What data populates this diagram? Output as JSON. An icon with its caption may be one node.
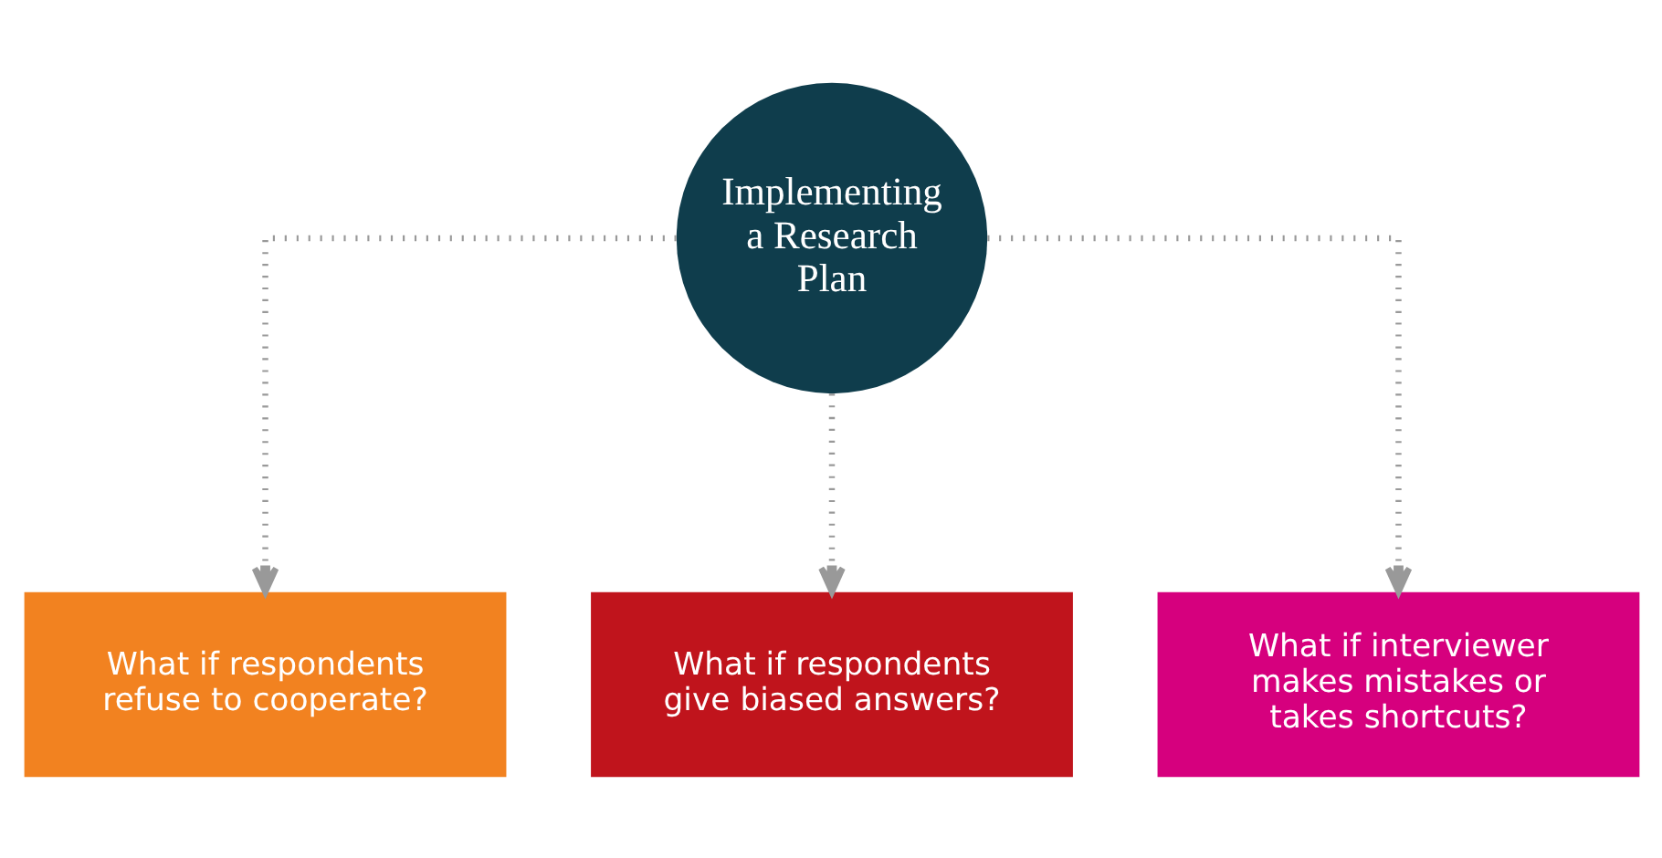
{
  "diagram": {
    "nodes": [
      {
        "text": [
          "Implementing a Research Plan"
        ]
      },
      {
        "text": [
          "What if respondents refuse to cooperate?"
        ]
      },
      {
        "text": [
          "What if respondents give biased answers?"
        ]
      },
      {
        "text": [
          "What if interviewer makes mistakes or takes shortcuts?"
        ]
      }
    ],
    "edges": [
      {
        "from": 0,
        "to": 1,
        "arrow": "to"
      },
      {
        "from": 0,
        "to": 2,
        "arrow": "to"
      },
      {
        "from": 0,
        "to": 3,
        "arrow": "to"
      }
    ]
  }
}
